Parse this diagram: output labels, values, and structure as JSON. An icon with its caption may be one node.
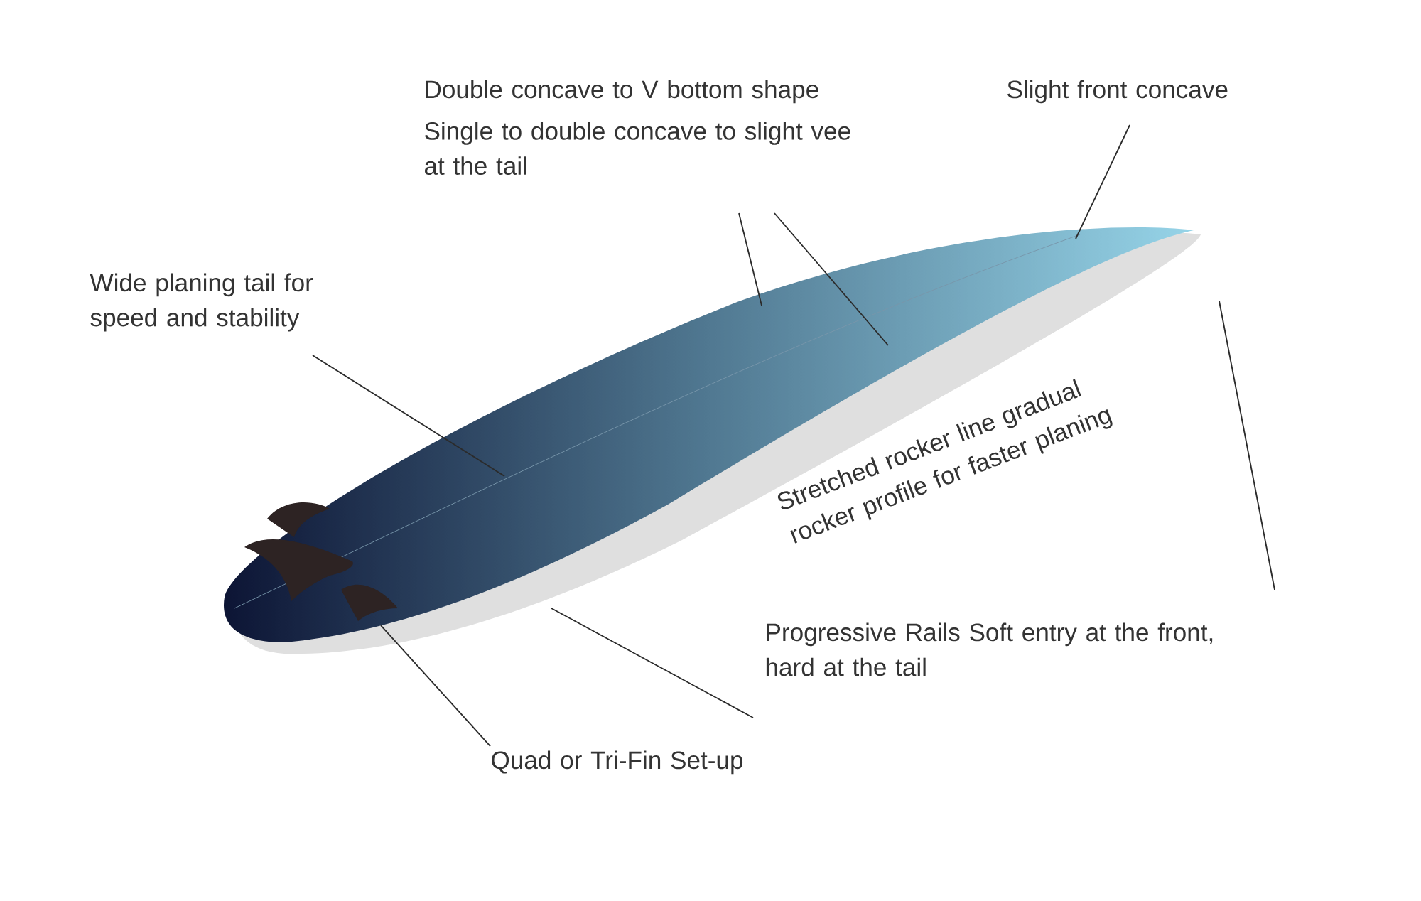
{
  "diagram": {
    "nodes": [
      {
        "text": [
          "Double concave to V bottom shape",
          "Single to double concave to slight vee at the tail"
        ]
      },
      {
        "text": [
          "Slight front concave"
        ]
      },
      {
        "text": [
          "Wide planing tail for speed and stability"
        ]
      },
      {
        "text": [
          "Progressive Rails Soft entry at the front, hard at the tail"
        ]
      },
      {
        "text": [
          "Quad or Tri-Fin Set-up"
        ]
      }
    ],
    "edges": [
      {
        "from": 0,
        "to": null,
        "arrow": "none"
      },
      {
        "from": 0,
        "to": null,
        "arrow": "none"
      },
      {
        "from": 1,
        "to": null,
        "arrow": "none"
      },
      {
        "from": 2,
        "to": null,
        "arrow": "none"
      },
      {
        "from": 3,
        "to": null,
        "arrow": "none"
      },
      {
        "from": 3,
        "to": null,
        "arrow": "none"
      },
      {
        "from": 4,
        "to": null,
        "arrow": "none"
      }
    ],
    "labels": [
      "Stretched rocker line gradual rocker profile for faster planing"
    ]
  }
}
